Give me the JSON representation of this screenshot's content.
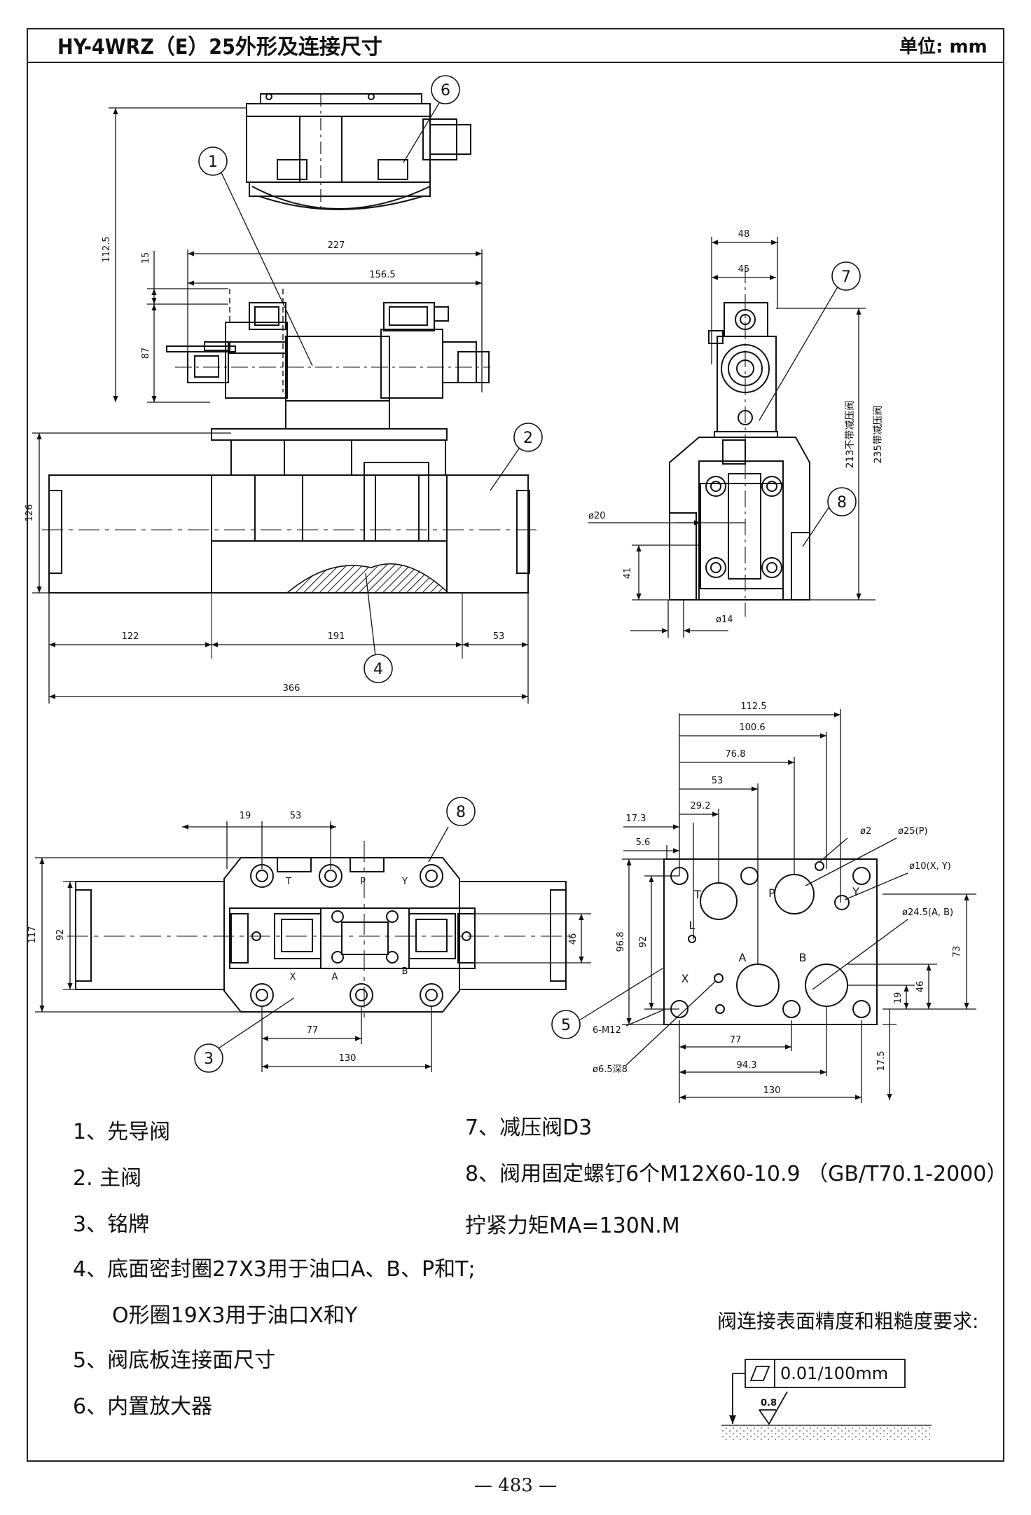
{
  "header": {
    "title": "HY-4WRZ（E）25外形及连接尺寸",
    "unit": "单位: mm"
  },
  "page_number": "—  483  —",
  "views": {
    "front": {
      "dims": {
        "d112_5": "112.5",
        "d15": "15",
        "d87": "87",
        "d227": "227",
        "d156_5": "156.5",
        "d126": "126",
        "d122": "122",
        "d191": "191",
        "d53": "53",
        "d366": "366"
      },
      "balloons": [
        "1",
        "2",
        "4",
        "6"
      ]
    },
    "side": {
      "dims": {
        "d48": "48",
        "d45": "45",
        "d20": "ø20",
        "d41": "41",
        "d14": "ø14",
        "d213": "213不带减压阀",
        "d235": "235带减压阀"
      },
      "balloons": [
        "7",
        "8"
      ]
    },
    "top": {
      "dims": {
        "d19": "19",
        "d53": "53",
        "d117": "117",
        "d92": "92",
        "d46": "46",
        "d77": "77",
        "d130": "130"
      },
      "port_labels": {
        "t": "T",
        "p": "P",
        "y": "Y",
        "x": "X",
        "a": "A",
        "b": "B"
      },
      "balloons": [
        "3",
        "8"
      ]
    },
    "pattern": {
      "dims": {
        "d112_5": "112.5",
        "d100_6": "100.6",
        "d76_8": "76.8",
        "d53": "53",
        "d29_2": "29.2",
        "d17_3": "17.3",
        "d5_6": "5.6",
        "d2": "ø2",
        "d25": "ø25(P)",
        "d10": "ø10(X, Y)",
        "d24_5": "ø24.5(A, B)",
        "d96_8": "96.8",
        "d92": "92",
        "d73": "73",
        "d46": "46",
        "d19": "19",
        "d17_5": "17.5",
        "m12": "6-M12",
        "d6_5": "ø6.5深8",
        "d77": "77",
        "d94_3": "94.3",
        "d130": "130"
      },
      "port_labels": {
        "t": "T",
        "p": "P",
        "y": "Y",
        "l": "L",
        "x": "X",
        "a": "A",
        "b": "B"
      },
      "balloons": [
        "5"
      ]
    }
  },
  "notes": {
    "n1": "1、先导阀",
    "n2": "2. 主阀",
    "n3": "3、铭牌",
    "n4": "4、底面密封圈27X3用于油口A、B、P和T;",
    "n4b": "O形圈19X3用于油口X和Y",
    "n5": "5、阀底板连接面尺寸",
    "n6": "6、内置放大器",
    "n7": "7、减压阀D3",
    "n8": "8、阀用固定螺钉6个M12X60-10.9 （GB/T70.1-2000）",
    "n9": "拧紧力矩MA=130N.M"
  },
  "surface_spec": {
    "caption": "阀连接表面精度和粗糙度要求:",
    "flatness": "0.01/100mm",
    "roughness": "0.8"
  }
}
